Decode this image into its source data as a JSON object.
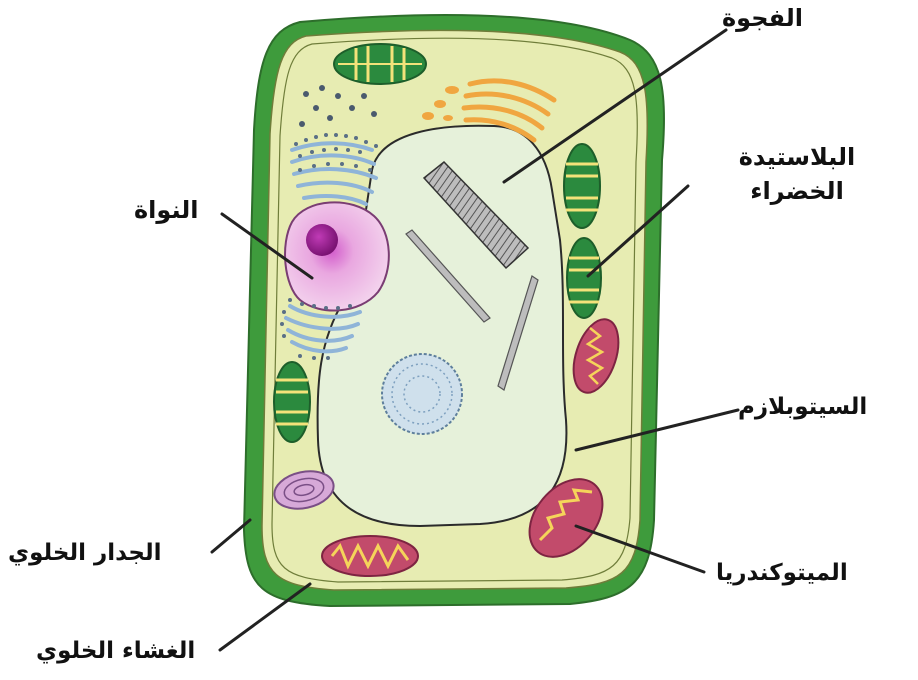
{
  "labels": {
    "vacuole": "الفجوة",
    "chloroplast_line1": "البلاستيدة",
    "chloroplast_line2": "الخضراء",
    "nucleus": "النواة",
    "cytoplasm": "السيتوبلازم",
    "cell_wall": "الجدار الخلوي",
    "mitochondria": "الميتوكندريا",
    "cell_membrane": "الغشاء الخلوي"
  },
  "colors": {
    "cell_wall": "#3e9b3c",
    "cytoplasm": "#e7ecb2",
    "vacuole": "#e6f1da",
    "chloroplast": "#2b8a3e",
    "chloroplast_band": "#f3e27a",
    "mitochondria": "#c24b6b",
    "mitochondria_cristae": "#f5d45a",
    "nucleus": "#eab8e2",
    "nucleolus": "#8b1a84",
    "golgi": "#f0a640",
    "er": "#8fb4d8",
    "ribosome": "#5a6f86",
    "lines": "#222222"
  }
}
